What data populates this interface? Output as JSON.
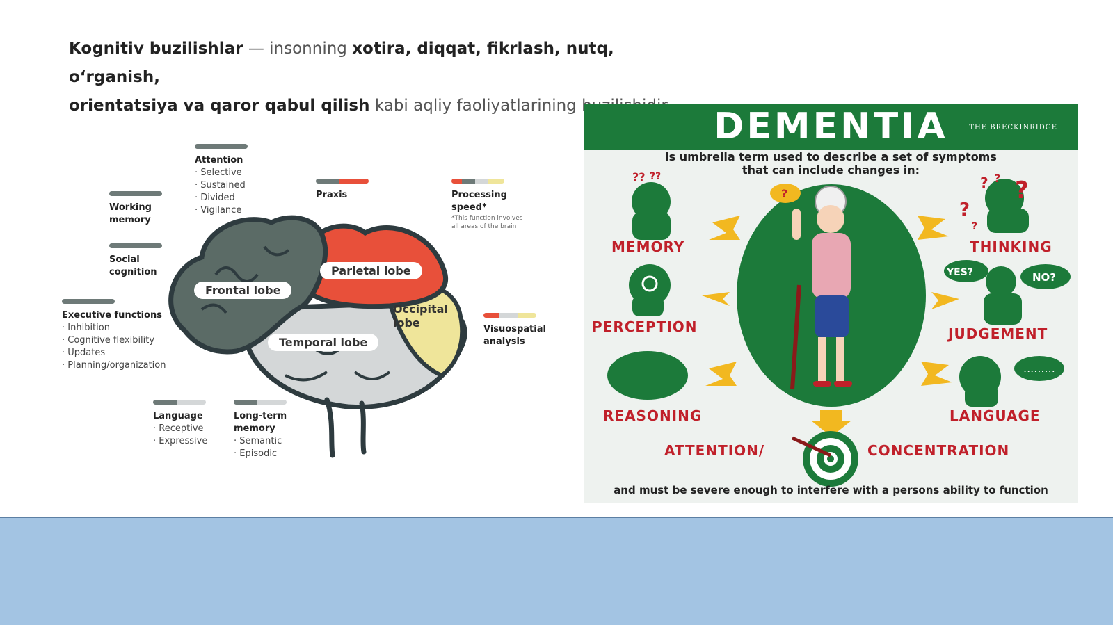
{
  "intro": {
    "p1": "Kognitiv buzilishlar",
    "p2": " — insonning ",
    "p3": "xotira, diqqat, fikrlash, nutq, o‘rganish,",
    "p4": "orientatsiya va qaror qabul qilish",
    "p5": " kabi aqliy faoliyatlarining buzilishidir."
  },
  "brain": {
    "lobes": {
      "frontal": "Frontal lobe",
      "parietal": "Parietal lobe",
      "occipital_1": "Occipital",
      "occipital_2": "lobe",
      "temporal": "Temporal lobe"
    },
    "labels": {
      "attention": {
        "title": "Attention",
        "items": [
          "Selective",
          "Sustained",
          "Divided",
          "Vigilance"
        ]
      },
      "working_memory": {
        "line1": "Working",
        "line2": "memory"
      },
      "social_cognition": {
        "line1": "Social",
        "line2": "cognition"
      },
      "executive": {
        "title": "Executive functions",
        "items": [
          "Inhibition",
          "Cognitive flexibility",
          "Updates",
          "Planning/organization"
        ]
      },
      "praxis": {
        "title": "Praxis"
      },
      "processing_speed": {
        "line1": "Processing",
        "line2": "speed*",
        "note1": "*This function involves",
        "note2": "all areas of the brain"
      },
      "visuospatial": {
        "line1": "Visuospatial",
        "line2": "analysis"
      },
      "language": {
        "title": "Language",
        "items": [
          "Receptive",
          "Expressive"
        ]
      },
      "long_term": {
        "line1": "Long-term",
        "line2": "memory",
        "items": [
          "Semantic",
          "Episodic"
        ]
      }
    },
    "colors": {
      "frontal": "#5b6b66",
      "parietal": "#e8503a",
      "occipital": "#efe59a",
      "temporal": "#d4d7d8",
      "outline": "#2e3b3f"
    }
  },
  "dementia": {
    "title": "DEMENTIA",
    "brand": "THE BRECKINRIDGE",
    "subtitle_1": "is umbrella term used to describe a set of symptoms",
    "subtitle_2": "that can include changes in:",
    "symptoms": {
      "memory": "MEMORY",
      "thinking": "THINKING",
      "perception": "PERCEPTION",
      "judgement": "JUDGEMENT",
      "reasoning": "REASONING",
      "language": "LANGUAGE",
      "attention": "ATTENTION/",
      "concentration": "CONCENTRATION"
    },
    "bubbles": {
      "yes": "YES?",
      "no": "NO?"
    },
    "footer": "and must be severe enough to interfere with a persons ability to function",
    "colors": {
      "green": "#1c7a3a",
      "red": "#c0202a",
      "arrow": "#f2b820"
    }
  }
}
